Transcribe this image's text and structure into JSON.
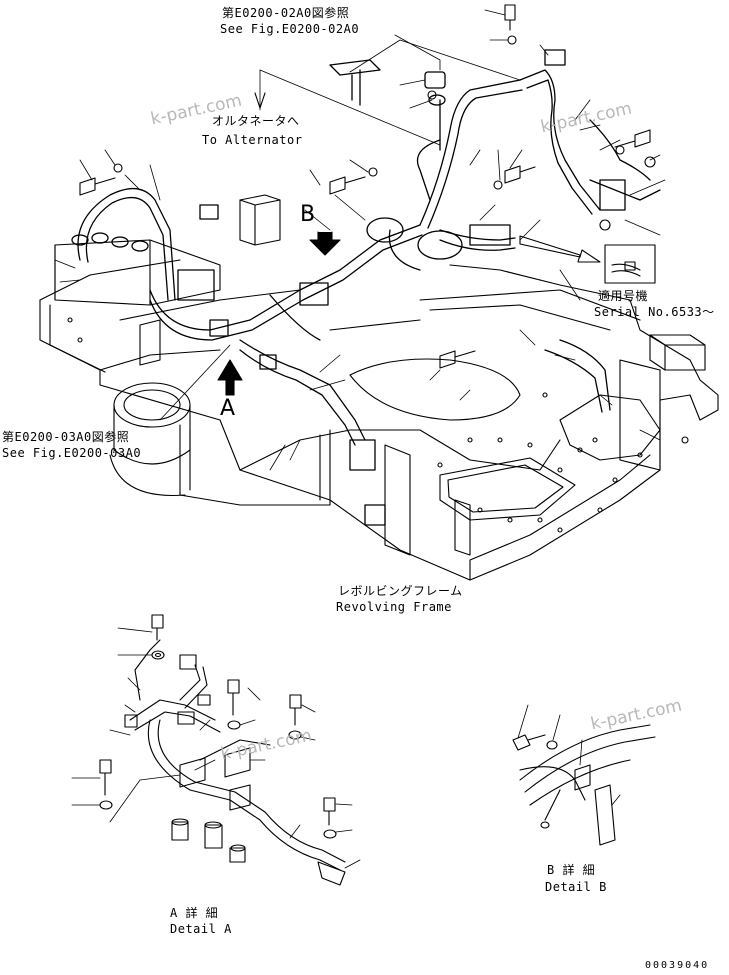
{
  "labels": {
    "ref_02a0_jp": "第E0200-02A0図参照",
    "ref_02a0_en": "See Fig.E0200-02A0",
    "alternator_jp": "オルタネータへ",
    "alternator_en": "To Alternator",
    "serial_jp": "適用号機",
    "serial_en": "Serial No.6533～",
    "ref_03a0_jp": "第E0200-03A0図参照",
    "ref_03a0_en": "See Fig.E0200-03A0",
    "frame_jp": "レボルビングフレーム",
    "frame_en": "Revolving Frame",
    "detail_a_jp": "A 詳 細",
    "detail_a_en": "Detail A",
    "detail_b_jp": "B 詳 細",
    "detail_b_en": "Detail B"
  },
  "markers": {
    "a": "A",
    "b": "B"
  },
  "watermarks": [
    "k-part.com",
    "k-part.com",
    "k-part.com",
    "k-part.com"
  ],
  "drawing_code": "00039040"
}
